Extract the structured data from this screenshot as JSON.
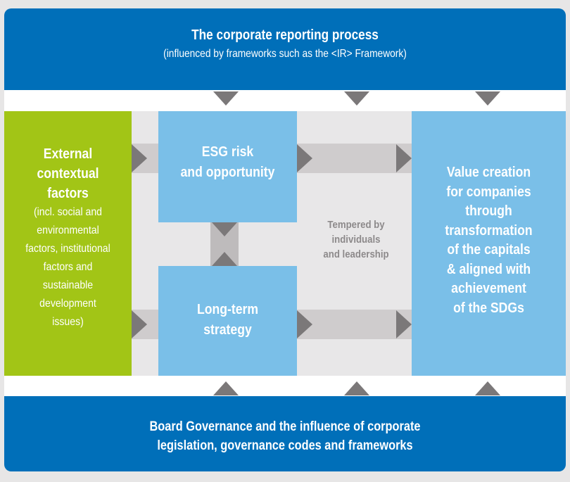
{
  "header": {
    "title": "The corporate reporting process",
    "subtitle": "(influenced by frameworks such as the <IR> Framework)"
  },
  "external_factors": {
    "title_lines": [
      "External",
      "contextual",
      "factors"
    ],
    "detail_lines": [
      "(incl. social and",
      "environmental",
      "factors, institutional",
      "factors and",
      "sustainable",
      "development",
      "issues)"
    ]
  },
  "esg_box": {
    "lines": [
      "ESG risk",
      "and opportunity"
    ]
  },
  "strategy_box": {
    "lines": [
      "Long-term",
      "strategy"
    ]
  },
  "tempered_note": {
    "lines": [
      "Tempered by",
      "individuals",
      "and leadership"
    ]
  },
  "value_box": {
    "lines": [
      "Value creation",
      "for companies",
      "through",
      "transformation",
      "of the capitals",
      "& aligned with",
      "achievement",
      "of the SDGs"
    ]
  },
  "footer": {
    "lines": [
      "Board Governance and the influence of corporate",
      "legislation, governance codes and frameworks"
    ]
  },
  "colors": {
    "header_blue": "#006fb9",
    "light_blue": "#7abfe8",
    "green": "#a2c516",
    "arrow_gray": "#7b7879",
    "band_gray": "#cfcccd",
    "background": "#e8e7e8"
  }
}
